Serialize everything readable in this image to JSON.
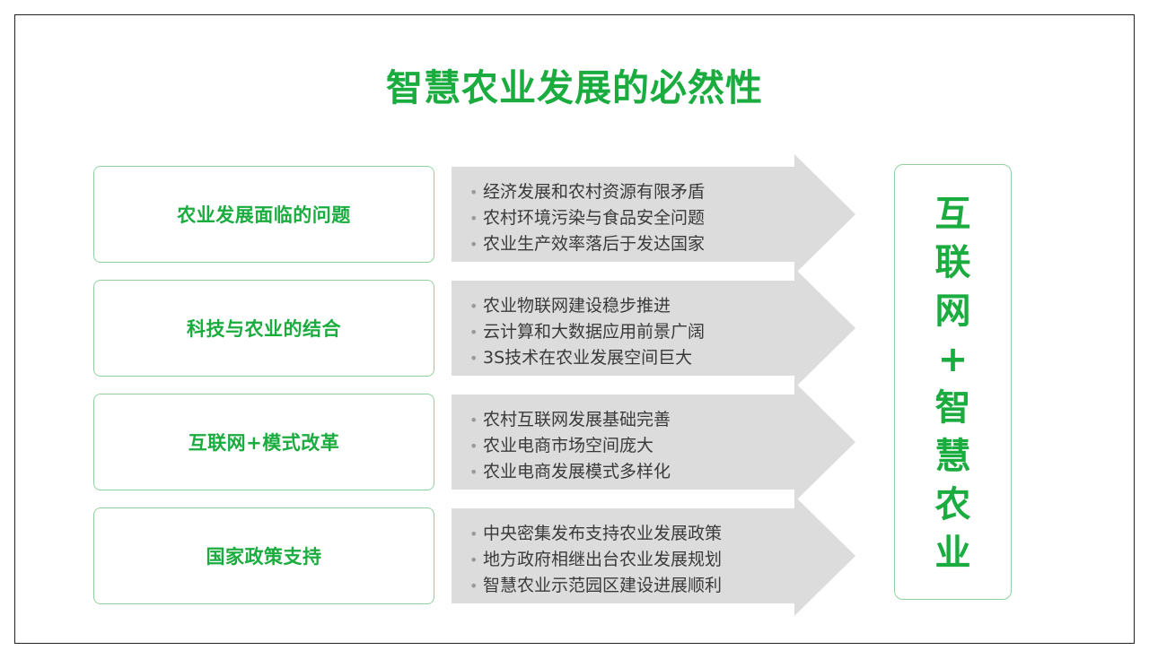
{
  "title": "智慧农业发展的必然性",
  "colors": {
    "accent": "#1aac3f",
    "box_border": "#8fd2a0",
    "arrow_fill": "#dcdcdc",
    "text": "#3a3a3a"
  },
  "rows": [
    {
      "label": "农业发展面临的问题",
      "points": [
        "经济发展和农村资源有限矛盾",
        "农村环境污染与食品安全问题",
        "农业生产效率落后于发达国家"
      ]
    },
    {
      "label": "科技与农业的结合",
      "points": [
        "农业物联网建设稳步推进",
        "云计算和大数据应用前景广阔",
        "3S技术在农业发展空间巨大"
      ]
    },
    {
      "label": "互联网+模式改革",
      "points": [
        "农村互联网发展基础完善",
        "农业电商市场空间庞大",
        "农业电商发展模式多样化"
      ]
    },
    {
      "label": "国家政策支持",
      "points": [
        "中央密集发布支持农业发展政策",
        "地方政府相继出台农业发展规划",
        "智慧农业示范园区建设进展顺利"
      ]
    }
  ],
  "bullet_glyph": "•",
  "result": {
    "chars": [
      "互",
      "联",
      "网",
      "+",
      "智",
      "慧",
      "农",
      "业"
    ]
  }
}
